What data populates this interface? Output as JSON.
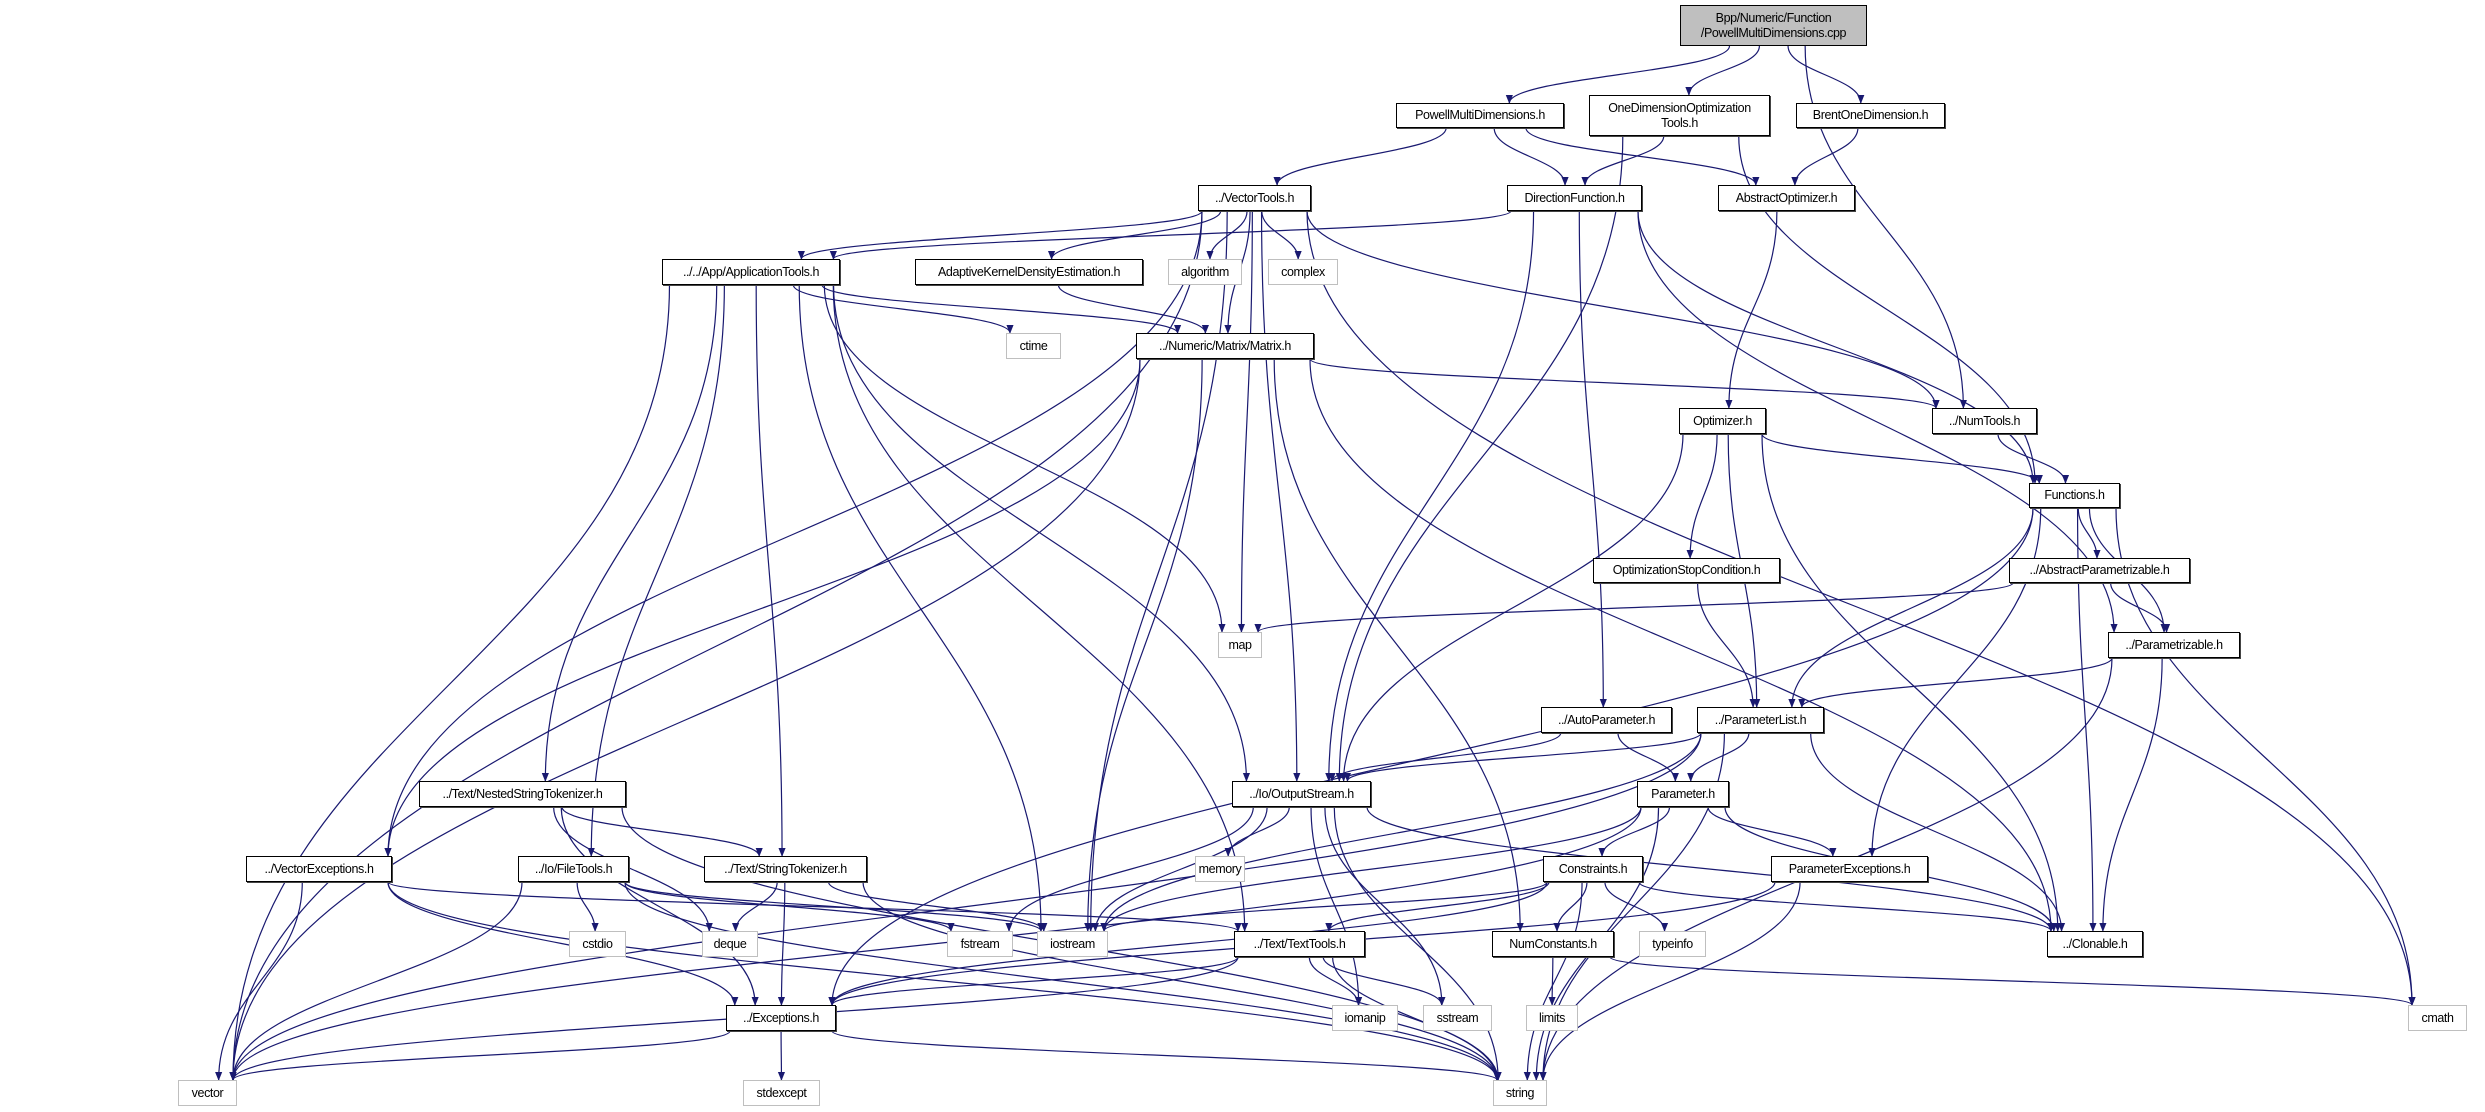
{
  "graph": {
    "edge_color": "#191970",
    "root_fill": "#bfbfbf",
    "nodes": [
      {
        "id": "root",
        "label": "Bpp/Numeric/Function\n/PowellMultiDimensions.cpp",
        "kind": "root"
      },
      {
        "id": "pmd_h",
        "label": "PowellMultiDimensions.h",
        "kind": "file"
      },
      {
        "id": "odot",
        "label": "OneDimensionOptimization\nTools.h",
        "kind": "file"
      },
      {
        "id": "brent",
        "label": "BrentOneDimension.h",
        "kind": "file"
      },
      {
        "id": "vectortools",
        "label": "../VectorTools.h",
        "kind": "file"
      },
      {
        "id": "directionfunction",
        "label": "DirectionFunction.h",
        "kind": "file"
      },
      {
        "id": "abstractoptimizer",
        "label": "AbstractOptimizer.h",
        "kind": "file"
      },
      {
        "id": "apptools",
        "label": "../../App/ApplicationTools.h",
        "kind": "file"
      },
      {
        "id": "adaptive",
        "label": "AdaptiveKernelDensityEstimation.h",
        "kind": "file"
      },
      {
        "id": "algorithm",
        "label": "algorithm",
        "kind": "sys"
      },
      {
        "id": "complex",
        "label": "complex",
        "kind": "sys"
      },
      {
        "id": "ctime",
        "label": "ctime",
        "kind": "sys"
      },
      {
        "id": "matrix",
        "label": "../Numeric/Matrix/Matrix.h",
        "kind": "file"
      },
      {
        "id": "optimizer",
        "label": "Optimizer.h",
        "kind": "file"
      },
      {
        "id": "numtools",
        "label": "../NumTools.h",
        "kind": "file"
      },
      {
        "id": "functions",
        "label": "Functions.h",
        "kind": "file"
      },
      {
        "id": "optstop",
        "label": "OptimizationStopCondition.h",
        "kind": "file"
      },
      {
        "id": "abspar",
        "label": "../AbstractParametrizable.h",
        "kind": "file"
      },
      {
        "id": "map",
        "label": "map",
        "kind": "sys"
      },
      {
        "id": "parametrizable",
        "label": "../Parametrizable.h",
        "kind": "file"
      },
      {
        "id": "autoparam",
        "label": "../AutoParameter.h",
        "kind": "file"
      },
      {
        "id": "paramlist",
        "label": "../ParameterList.h",
        "kind": "file"
      },
      {
        "id": "outputstream",
        "label": "../Io/OutputStream.h",
        "kind": "file"
      },
      {
        "id": "parameter",
        "label": "Parameter.h",
        "kind": "file"
      },
      {
        "id": "nested",
        "label": "../Text/NestedStringTokenizer.h",
        "kind": "file"
      },
      {
        "id": "vecexc",
        "label": "../VectorExceptions.h",
        "kind": "file"
      },
      {
        "id": "filetools",
        "label": "../Io/FileTools.h",
        "kind": "file"
      },
      {
        "id": "strtok",
        "label": "../Text/StringTokenizer.h",
        "kind": "file"
      },
      {
        "id": "memory",
        "label": "memory",
        "kind": "sys"
      },
      {
        "id": "constraints",
        "label": "Constraints.h",
        "kind": "file"
      },
      {
        "id": "paramexc",
        "label": "ParameterExceptions.h",
        "kind": "file"
      },
      {
        "id": "cstdio",
        "label": "cstdio",
        "kind": "sys"
      },
      {
        "id": "deque",
        "label": "deque",
        "kind": "sys"
      },
      {
        "id": "fstream",
        "label": "fstream",
        "kind": "sys"
      },
      {
        "id": "iostream",
        "label": "iostream",
        "kind": "sys"
      },
      {
        "id": "texttools",
        "label": "../Text/TextTools.h",
        "kind": "file"
      },
      {
        "id": "numconst",
        "label": "NumConstants.h",
        "kind": "file"
      },
      {
        "id": "typeinfo",
        "label": "typeinfo",
        "kind": "sys"
      },
      {
        "id": "clonable",
        "label": "../Clonable.h",
        "kind": "file"
      },
      {
        "id": "exceptions",
        "label": "../Exceptions.h",
        "kind": "file"
      },
      {
        "id": "iomanip",
        "label": "iomanip",
        "kind": "sys"
      },
      {
        "id": "sstream",
        "label": "sstream",
        "kind": "sys"
      },
      {
        "id": "limits",
        "label": "limits",
        "kind": "sys"
      },
      {
        "id": "cmath",
        "label": "cmath",
        "kind": "sys"
      },
      {
        "id": "vector",
        "label": "vector",
        "kind": "sys"
      },
      {
        "id": "stdexcept",
        "label": "stdexcept",
        "kind": "sys"
      },
      {
        "id": "string",
        "label": "string",
        "kind": "sys"
      }
    ],
    "edges": [
      [
        "root",
        "pmd_h"
      ],
      [
        "root",
        "odot"
      ],
      [
        "root",
        "brent"
      ],
      [
        "root",
        "numtools"
      ],
      [
        "pmd_h",
        "vectortools"
      ],
      [
        "pmd_h",
        "directionfunction"
      ],
      [
        "pmd_h",
        "abstractoptimizer"
      ],
      [
        "odot",
        "directionfunction"
      ],
      [
        "odot",
        "outputstream"
      ],
      [
        "odot",
        "functions"
      ],
      [
        "brent",
        "abstractoptimizer"
      ],
      [
        "vectortools",
        "apptools"
      ],
      [
        "vectortools",
        "adaptive"
      ],
      [
        "vectortools",
        "algorithm"
      ],
      [
        "vectortools",
        "complex"
      ],
      [
        "vectortools",
        "matrix"
      ],
      [
        "vectortools",
        "numtools"
      ],
      [
        "vectortools",
        "vecexc"
      ],
      [
        "vectortools",
        "outputstream"
      ],
      [
        "vectortools",
        "vector"
      ],
      [
        "vectortools",
        "cmath"
      ],
      [
        "vectortools",
        "map"
      ],
      [
        "vectortools",
        "iostream"
      ],
      [
        "directionfunction",
        "apptools"
      ],
      [
        "directionfunction",
        "outputstream"
      ],
      [
        "directionfunction",
        "autoparam"
      ],
      [
        "directionfunction",
        "functions"
      ],
      [
        "directionfunction",
        "parametrizable"
      ],
      [
        "abstractoptimizer",
        "optimizer"
      ],
      [
        "apptools",
        "ctime"
      ],
      [
        "apptools",
        "matrix"
      ],
      [
        "apptools",
        "map"
      ],
      [
        "apptools",
        "nested"
      ],
      [
        "apptools",
        "filetools"
      ],
      [
        "apptools",
        "strtok"
      ],
      [
        "apptools",
        "iostream"
      ],
      [
        "apptools",
        "texttools"
      ],
      [
        "apptools",
        "outputstream"
      ],
      [
        "apptools",
        "vector"
      ],
      [
        "adaptive",
        "matrix"
      ],
      [
        "matrix",
        "vecexc"
      ],
      [
        "matrix",
        "vector"
      ],
      [
        "matrix",
        "iostream"
      ],
      [
        "matrix",
        "numconst"
      ],
      [
        "matrix",
        "numtools"
      ],
      [
        "matrix",
        "clonable"
      ],
      [
        "numtools",
        "functions"
      ],
      [
        "optimizer",
        "functions"
      ],
      [
        "optimizer",
        "optstop"
      ],
      [
        "optimizer",
        "paramlist"
      ],
      [
        "optimizer",
        "outputstream"
      ],
      [
        "optimizer",
        "clonable"
      ],
      [
        "functions",
        "abspar"
      ],
      [
        "functions",
        "parametrizable"
      ],
      [
        "functions",
        "paramlist"
      ],
      [
        "functions",
        "paramexc"
      ],
      [
        "functions",
        "clonable"
      ],
      [
        "functions",
        "cmath"
      ],
      [
        "functions",
        "exceptions"
      ],
      [
        "optstop",
        "paramlist"
      ],
      [
        "abspar",
        "map"
      ],
      [
        "abspar",
        "parametrizable"
      ],
      [
        "parametrizable",
        "paramlist"
      ],
      [
        "parametrizable",
        "clonable"
      ],
      [
        "parametrizable",
        "string"
      ],
      [
        "autoparam",
        "parameter"
      ],
      [
        "autoparam",
        "outputstream"
      ],
      [
        "paramlist",
        "parameter"
      ],
      [
        "paramlist",
        "outputstream"
      ],
      [
        "paramlist",
        "clonable"
      ],
      [
        "paramlist",
        "string"
      ],
      [
        "paramlist",
        "vector"
      ],
      [
        "paramlist",
        "iostream"
      ],
      [
        "outputstream",
        "memory"
      ],
      [
        "outputstream",
        "fstream"
      ],
      [
        "outputstream",
        "iostream"
      ],
      [
        "outputstream",
        "iomanip"
      ],
      [
        "outputstream",
        "sstream"
      ],
      [
        "outputstream",
        "string"
      ],
      [
        "outputstream",
        "clonable"
      ],
      [
        "parameter",
        "constraints"
      ],
      [
        "parameter",
        "paramexc"
      ],
      [
        "parameter",
        "clonable"
      ],
      [
        "parameter",
        "string"
      ],
      [
        "parameter",
        "iostream"
      ],
      [
        "parameter",
        "vector"
      ],
      [
        "nested",
        "strtok"
      ],
      [
        "nested",
        "deque"
      ],
      [
        "nested",
        "exceptions"
      ],
      [
        "nested",
        "string"
      ],
      [
        "vecexc",
        "vector"
      ],
      [
        "vecexc",
        "exceptions"
      ],
      [
        "vecexc",
        "string"
      ],
      [
        "vecexc",
        "texttools"
      ],
      [
        "filetools",
        "cstdio"
      ],
      [
        "filetools",
        "fstream"
      ],
      [
        "filetools",
        "iostream"
      ],
      [
        "filetools",
        "vector"
      ],
      [
        "filetools",
        "string"
      ],
      [
        "strtok",
        "deque"
      ],
      [
        "strtok",
        "exceptions"
      ],
      [
        "strtok",
        "iostream"
      ],
      [
        "strtok",
        "string"
      ],
      [
        "constraints",
        "numconst"
      ],
      [
        "constraints",
        "typeinfo"
      ],
      [
        "constraints",
        "texttools"
      ],
      [
        "constraints",
        "iostream"
      ],
      [
        "constraints",
        "exceptions"
      ],
      [
        "constraints",
        "clonable"
      ],
      [
        "constraints",
        "string"
      ],
      [
        "paramexc",
        "exceptions"
      ],
      [
        "paramexc",
        "string"
      ],
      [
        "texttools",
        "iomanip"
      ],
      [
        "texttools",
        "sstream"
      ],
      [
        "texttools",
        "string"
      ],
      [
        "texttools",
        "exceptions"
      ],
      [
        "texttools",
        "vector"
      ],
      [
        "numconst",
        "limits"
      ],
      [
        "numconst",
        "cmath"
      ],
      [
        "exceptions",
        "stdexcept"
      ],
      [
        "exceptions",
        "vector"
      ],
      [
        "exceptions",
        "string"
      ]
    ]
  }
}
